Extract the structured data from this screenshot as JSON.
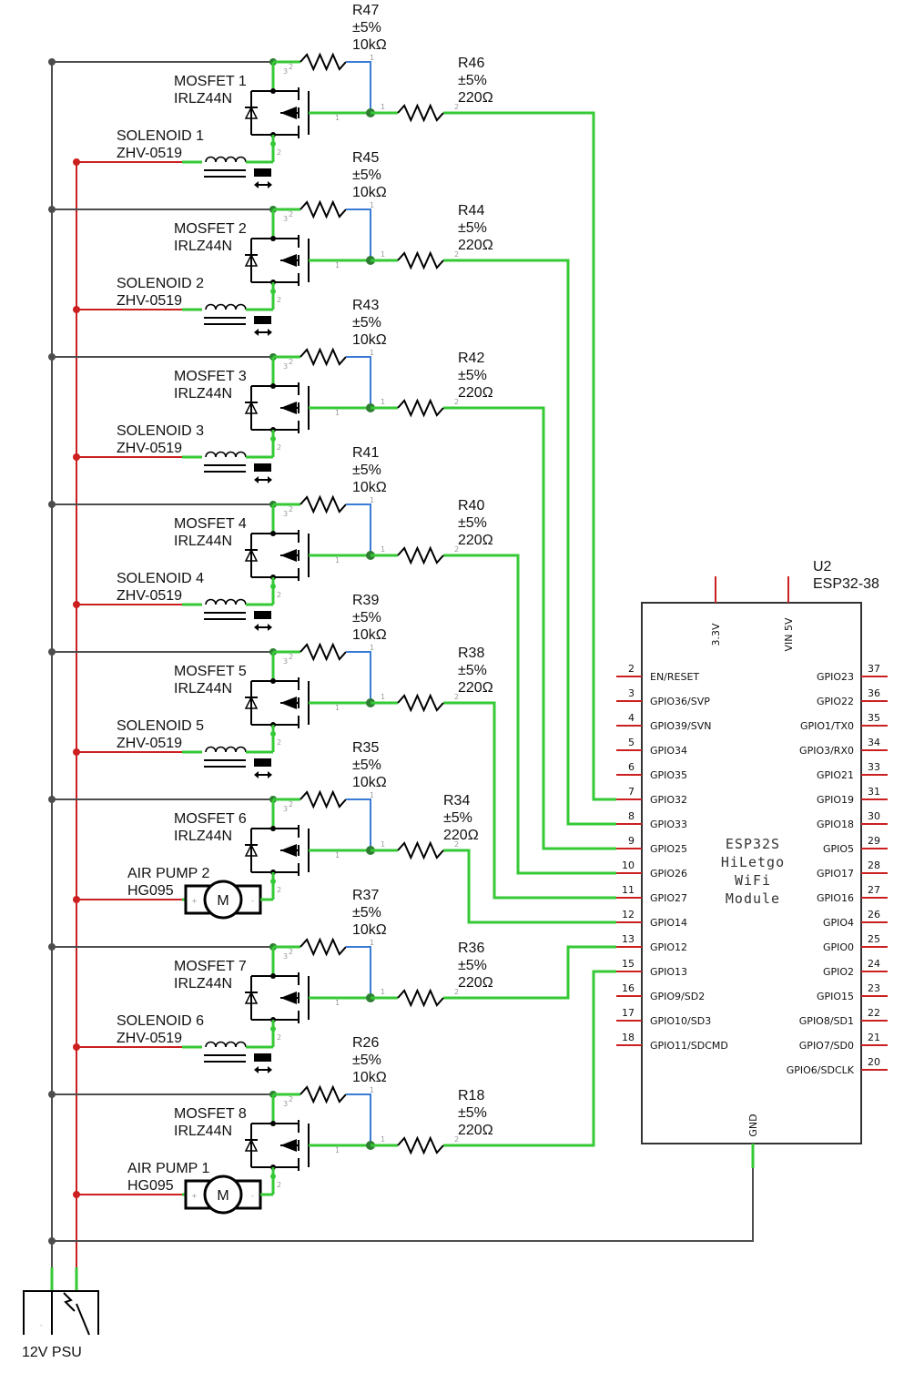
{
  "channels": [
    {
      "mosfet": "MOSFET 1",
      "mosfet_part": "IRLZ44N",
      "load_type": "solenoid",
      "load": "SOLENOID 1",
      "load_part": "ZHV-0519",
      "r_pull": "R47",
      "r_pull_tol": "±5%",
      "r_pull_val": "10kΩ",
      "r_gate": "R46",
      "r_gate_tol": "±5%",
      "r_gate_val": "220Ω",
      "gpio": "GPIO32"
    },
    {
      "mosfet": "MOSFET 2",
      "mosfet_part": "IRLZ44N",
      "load_type": "solenoid",
      "load": "SOLENOID 2",
      "load_part": "ZHV-0519",
      "r_pull": "R45",
      "r_pull_tol": "±5%",
      "r_pull_val": "10kΩ",
      "r_gate": "R44",
      "r_gate_tol": "±5%",
      "r_gate_val": "220Ω",
      "gpio": "GPIO33"
    },
    {
      "mosfet": "MOSFET 3",
      "mosfet_part": "IRLZ44N",
      "load_type": "solenoid",
      "load": "SOLENOID 3",
      "load_part": "ZHV-0519",
      "r_pull": "R43",
      "r_pull_tol": "±5%",
      "r_pull_val": "10kΩ",
      "r_gate": "R42",
      "r_gate_tol": "±5%",
      "r_gate_val": "220Ω",
      "gpio": "GPIO25"
    },
    {
      "mosfet": "MOSFET 4",
      "mosfet_part": "IRLZ44N",
      "load_type": "solenoid",
      "load": "SOLENOID 4",
      "load_part": "ZHV-0519",
      "r_pull": "R41",
      "r_pull_tol": "±5%",
      "r_pull_val": "10kΩ",
      "r_gate": "R40",
      "r_gate_tol": "±5%",
      "r_gate_val": "220Ω",
      "gpio": "GPIO26"
    },
    {
      "mosfet": "MOSFET 5",
      "mosfet_part": "IRLZ44N",
      "load_type": "solenoid",
      "load": "SOLENOID 5",
      "load_part": "ZHV-0519",
      "r_pull": "R39",
      "r_pull_tol": "±5%",
      "r_pull_val": "10kΩ",
      "r_gate": "R38",
      "r_gate_tol": "±5%",
      "r_gate_val": "220Ω",
      "gpio": "GPIO27"
    },
    {
      "mosfet": "MOSFET 6",
      "mosfet_part": "IRLZ44N",
      "load_type": "pump",
      "load": "AIR PUMP 2",
      "load_part": "HG095",
      "r_pull": "R35",
      "r_pull_tol": "±5%",
      "r_pull_val": "10kΩ",
      "r_gate": "R34",
      "r_gate_tol": "±5%",
      "r_gate_val": "220Ω",
      "gpio": "GPIO14"
    },
    {
      "mosfet": "MOSFET 7",
      "mosfet_part": "IRLZ44N",
      "load_type": "solenoid",
      "load": "SOLENOID 6",
      "load_part": "ZHV-0519",
      "r_pull": "R37",
      "r_pull_tol": "±5%",
      "r_pull_val": "10kΩ",
      "r_gate": "R36",
      "r_gate_tol": "±5%",
      "r_gate_val": "220Ω",
      "gpio": "GPIO12"
    },
    {
      "mosfet": "MOSFET 8",
      "mosfet_part": "IRLZ44N",
      "load_type": "pump",
      "load": "AIR PUMP 1",
      "load_part": "HG095",
      "r_pull": "R26",
      "r_pull_tol": "±5%",
      "r_pull_val": "10kΩ",
      "r_gate": "R18",
      "r_gate_tol": "±5%",
      "r_gate_val": "220Ω",
      "gpio": "GPIO13"
    }
  ],
  "esp32": {
    "ref": "U2",
    "part": "ESP32-38",
    "body_text": [
      "ESP32S",
      "HiLetgo",
      "WiFi",
      "Module"
    ],
    "top_pins": [
      "3.3V",
      "VIN 5V"
    ],
    "bottom_pin": "GND",
    "left_pins": [
      {
        "num": "2",
        "name": "EN/RESET"
      },
      {
        "num": "3",
        "name": "GPIO36/SVP"
      },
      {
        "num": "4",
        "name": "GPIO39/SVN"
      },
      {
        "num": "5",
        "name": "GPIO34"
      },
      {
        "num": "6",
        "name": "GPIO35"
      },
      {
        "num": "7",
        "name": "GPIO32"
      },
      {
        "num": "8",
        "name": "GPIO33"
      },
      {
        "num": "9",
        "name": "GPIO25"
      },
      {
        "num": "10",
        "name": "GPIO26"
      },
      {
        "num": "11",
        "name": "GPIO27"
      },
      {
        "num": "12",
        "name": "GPIO14"
      },
      {
        "num": "13",
        "name": "GPIO12"
      },
      {
        "num": "15",
        "name": "GPIO13"
      },
      {
        "num": "16",
        "name": "GPIO9/SD2"
      },
      {
        "num": "17",
        "name": "GPIO10/SD3"
      },
      {
        "num": "18",
        "name": "GPIO11/SDCMD"
      }
    ],
    "right_pins": [
      {
        "num": "37",
        "name": "GPIO23"
      },
      {
        "num": "36",
        "name": "GPIO22"
      },
      {
        "num": "35",
        "name": "GPIO1/TX0"
      },
      {
        "num": "34",
        "name": "GPIO3/RX0"
      },
      {
        "num": "33",
        "name": "GPIO21"
      },
      {
        "num": "31",
        "name": "GPIO19"
      },
      {
        "num": "30",
        "name": "GPIO18"
      },
      {
        "num": "29",
        "name": "GPIO5"
      },
      {
        "num": "28",
        "name": "GPIO17"
      },
      {
        "num": "27",
        "name": "GPIO16"
      },
      {
        "num": "26",
        "name": "GPIO4"
      },
      {
        "num": "25",
        "name": "GPIO0"
      },
      {
        "num": "24",
        "name": "GPIO2"
      },
      {
        "num": "23",
        "name": "GPIO15"
      },
      {
        "num": "22",
        "name": "GPIO8/SD1"
      },
      {
        "num": "21",
        "name": "GPIO7/SD0"
      },
      {
        "num": "20",
        "name": "GPIO6/SDCLK"
      }
    ]
  },
  "psu": {
    "label": "12V PSU"
  },
  "pin_marks": {
    "one": "1",
    "two": "2",
    "three": "3",
    "plus": "+",
    "minus": "-"
  },
  "colors": {
    "signal_wire": "#35c935",
    "ground_wire": "#4d4d4d",
    "supply_wire": "#cc1f1f",
    "pull_wire": "#3a7bd5",
    "pin": "#cc1f1f"
  }
}
